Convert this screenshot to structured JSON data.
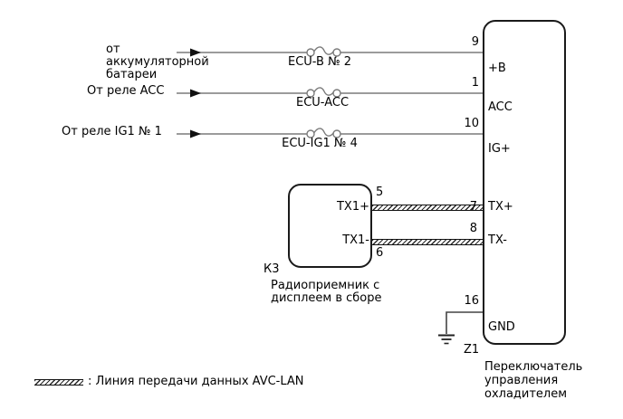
{
  "colors": {
    "background": "#ffffff",
    "wire": "#7a7a7a",
    "outline": "#1a1a1a",
    "text": "#000000"
  },
  "sources": [
    {
      "label_lines": [
        "от",
        "аккумуляторной",
        "батареи"
      ],
      "fuse_label": "ECU-B № 2"
    },
    {
      "label_lines": [
        "От реле ACC"
      ],
      "fuse_label": "ECU-ACC"
    },
    {
      "label_lines": [
        "От реле IG1 № 1"
      ],
      "fuse_label": "ECU-IG1 № 4"
    }
  ],
  "k3_block": {
    "code": "К3",
    "name_lines": [
      "Радиоприемник с",
      "дисплеем в сборе"
    ],
    "pin_tx1_plus": {
      "label": "TX1+",
      "number": "5"
    },
    "pin_tx1_minus": {
      "label": "TX1-",
      "number": "6"
    }
  },
  "z1_block": {
    "code": "Z1",
    "name_lines": [
      "Переключатель",
      "управления",
      "охладителем"
    ],
    "pins": [
      {
        "number": "9",
        "label": "+B"
      },
      {
        "number": "1",
        "label": "ACC"
      },
      {
        "number": "10",
        "label": "IG+"
      },
      {
        "number": "7",
        "label": "TX+"
      },
      {
        "number": "8",
        "label": "TX-"
      },
      {
        "number": "16",
        "label": "GND"
      }
    ]
  },
  "legend": {
    "text": ": Линия передачи данных AVC-LAN"
  }
}
